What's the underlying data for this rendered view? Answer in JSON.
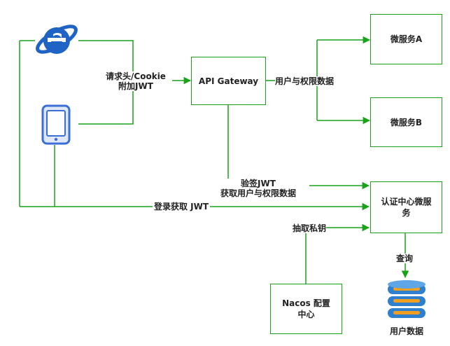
{
  "nodes": {
    "gateway": "API Gateway",
    "svc_a": "微服务A",
    "svc_b": "微服务B",
    "auth": "认证中心微服务",
    "nacos": "Nacos 配置中心",
    "db": "用户数据"
  },
  "labels": {
    "request_line1": "请求头/Cookie",
    "request_line2": "附加JWT",
    "user_perm": "用户与权限数据",
    "verify_line1": "验签JWT",
    "verify_line2": "获取用户与权限数据",
    "login": "登录获取 JWT",
    "pull_key": "抽取私钥",
    "query": "查询"
  },
  "icons": {
    "browser": "ie-browser-icon",
    "tablet": "tablet-icon",
    "database": "database-icon"
  },
  "colors": {
    "line": "#1aa31a",
    "ie_blue": "#1f63c4",
    "tablet": "#3b6fd6",
    "db_blue": "#2f7fcf",
    "db_orange": "#f0a020"
  }
}
